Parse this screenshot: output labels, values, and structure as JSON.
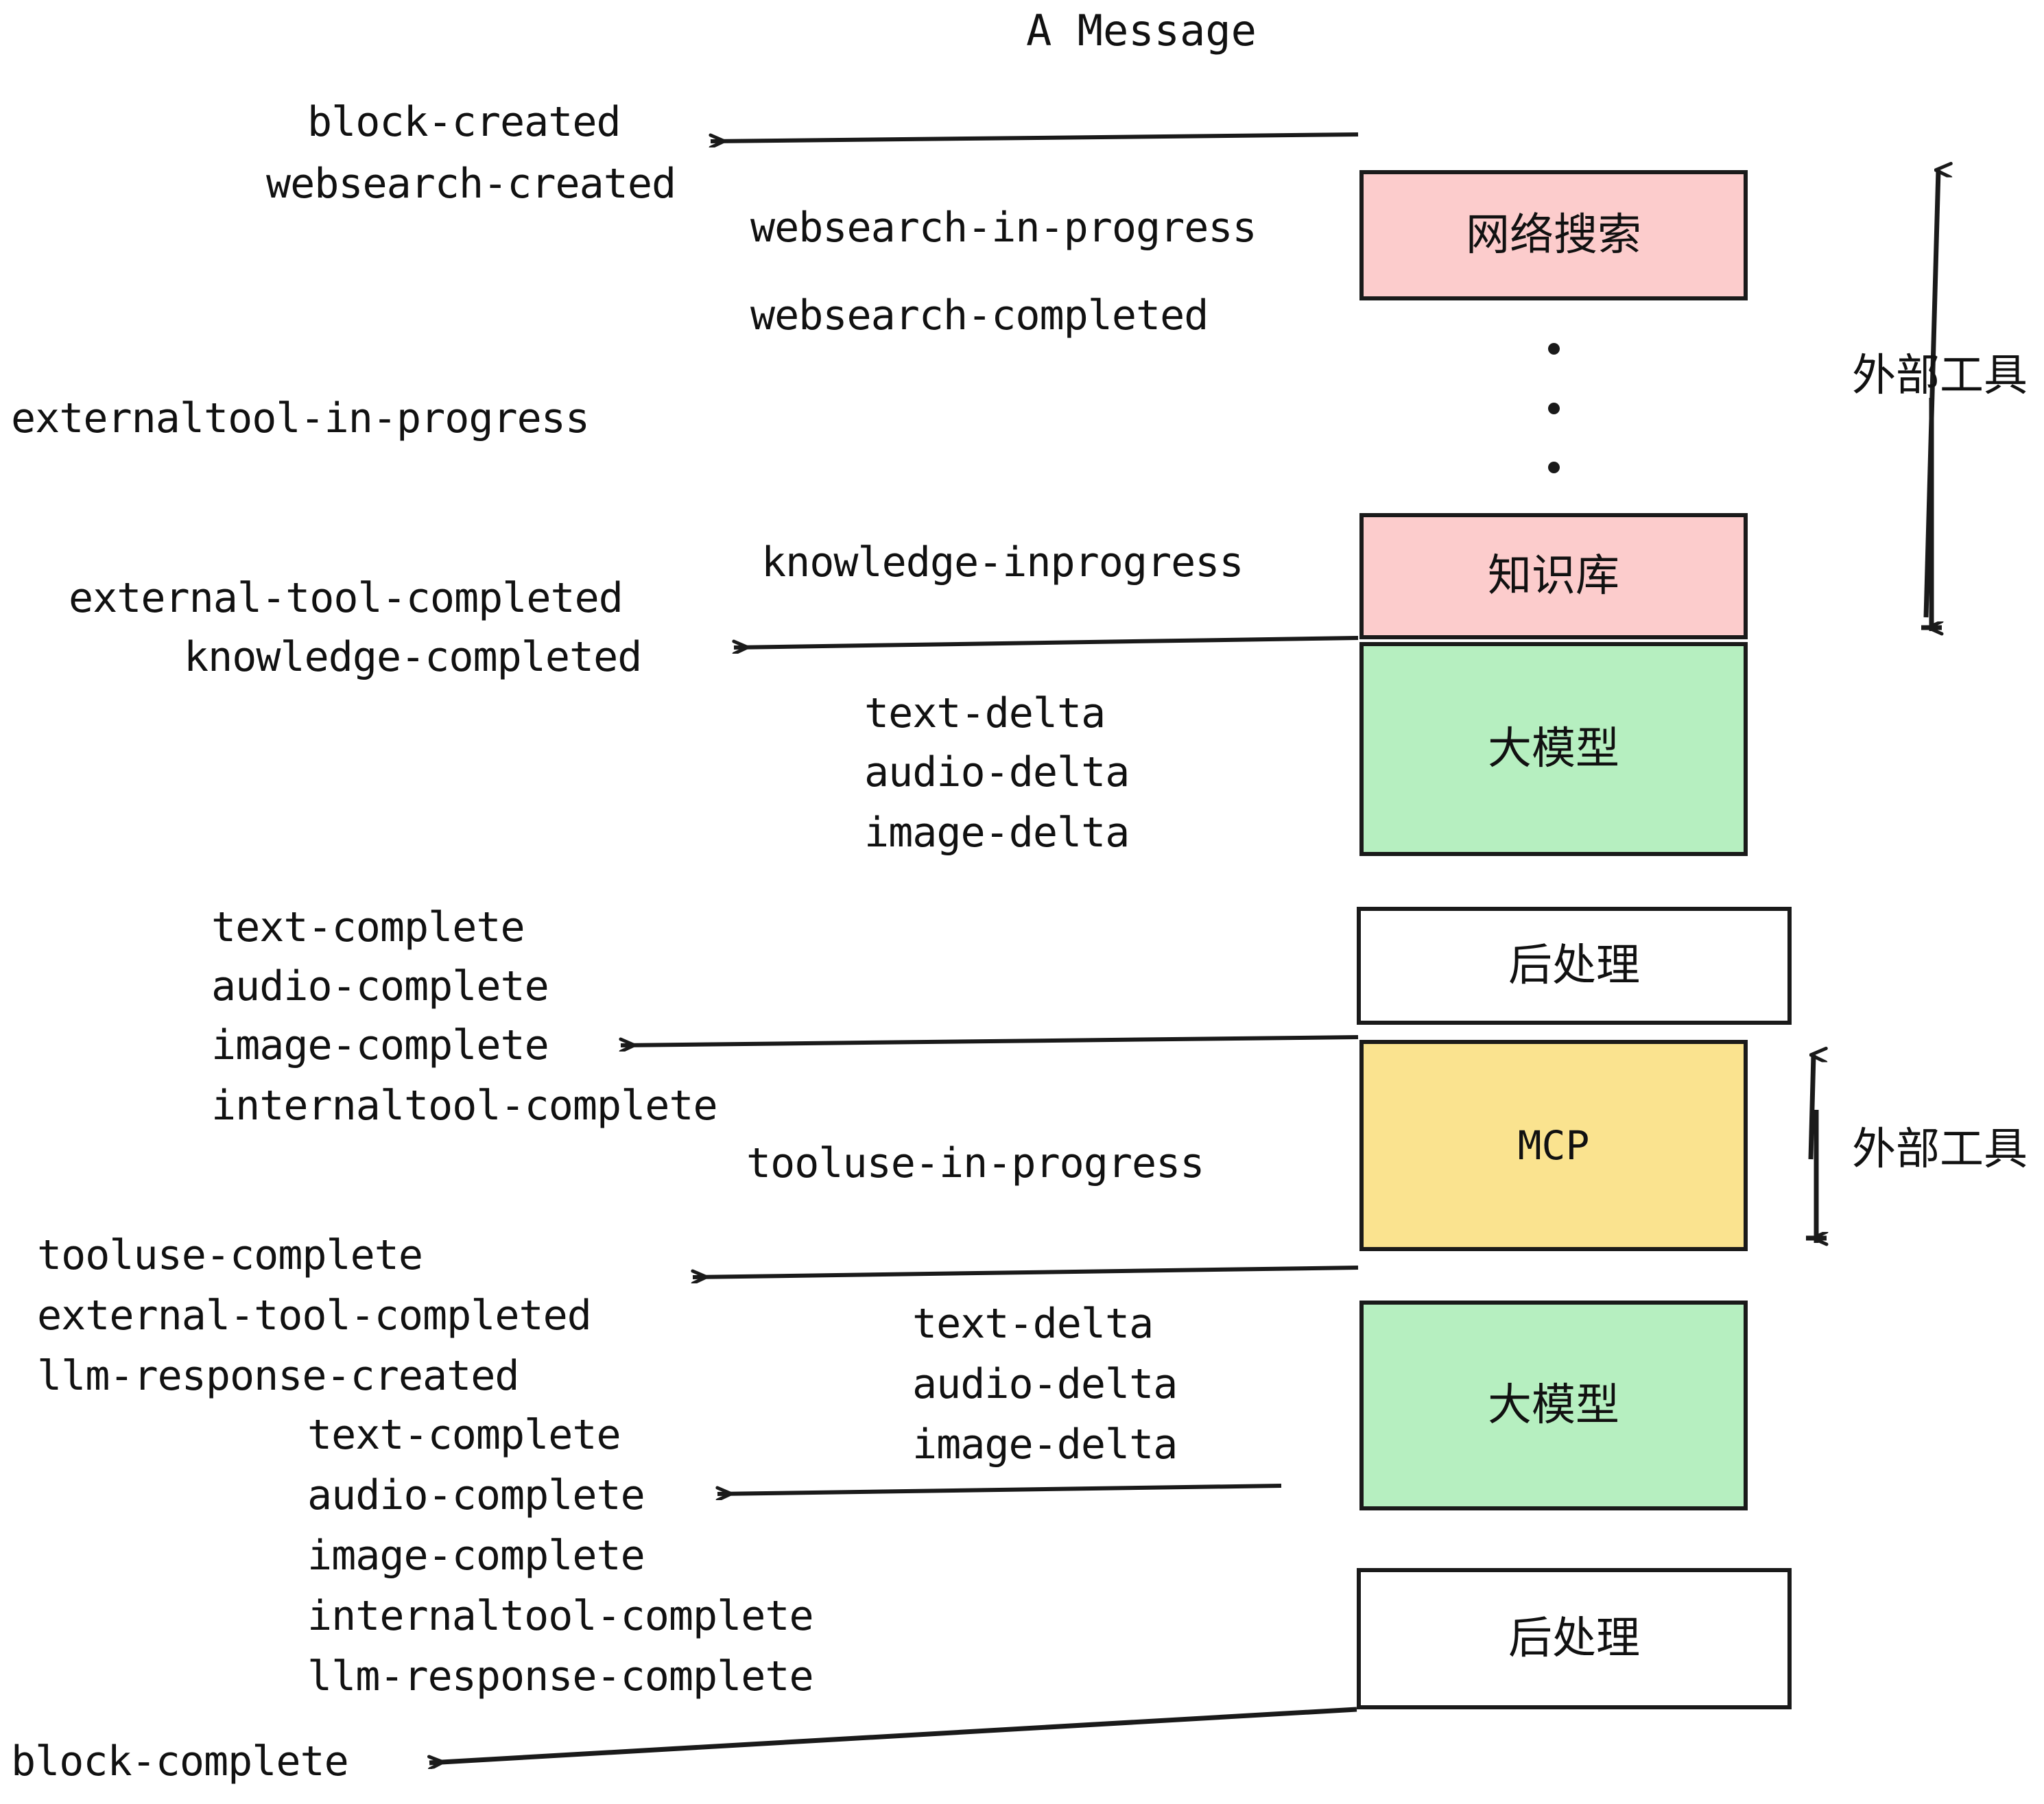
{
  "diagram": {
    "title": "A Message",
    "colors": {
      "external_tool_fill": "#fccccc",
      "llm_fill": "#b6efc0",
      "mcp_fill": "#fae38f",
      "postprocess_fill": "#ffffff",
      "stroke": "#1a1a1a",
      "text": "#111111",
      "background": "#ffffff"
    },
    "nodes": [
      {
        "id": "websearch",
        "label": "网络搜索",
        "kind": "external-tool"
      },
      {
        "id": "knowledge",
        "label": "知识库",
        "kind": "external-tool"
      },
      {
        "id": "llm-1",
        "label": "大模型",
        "kind": "llm"
      },
      {
        "id": "post-1",
        "label": "后处理",
        "kind": "postprocess"
      },
      {
        "id": "mcp",
        "label": "MCP",
        "kind": "mcp"
      },
      {
        "id": "llm-2",
        "label": "大模型",
        "kind": "llm"
      },
      {
        "id": "post-2",
        "label": "后处理",
        "kind": "postprocess"
      }
    ],
    "side_notes": [
      {
        "id": "external-tool-span-top",
        "label": "外部工具"
      },
      {
        "id": "external-tool-span-bottom",
        "label": "外部工具"
      }
    ],
    "events": {
      "block_created": "block-created",
      "websearch_created": "websearch-created",
      "websearch_in_progress": "websearch-in-progress",
      "websearch_completed": "websearch-completed",
      "externaltool_in_progress": "externaltool-in-progress",
      "knowledge_inprogress": "knowledge-inprogress",
      "external_tool_completed_1": "external-tool-completed",
      "knowledge_completed": "knowledge-completed",
      "text_delta_1": "text-delta",
      "audio_delta_1": "audio-delta",
      "image_delta_1": "image-delta",
      "text_complete_1": "text-complete",
      "audio_complete_1": "audio-complete",
      "image_complete_1": "image-complete",
      "internaltool_complete_1": "internaltool-complete",
      "tooluse_in_progress": "tooluse-in-progress",
      "tooluse_complete": "tooluse-complete",
      "external_tool_completed_2": "external-tool-completed",
      "llm_response_created": "llm-response-created",
      "text_delta_2": "text-delta",
      "audio_delta_2": "audio-delta",
      "image_delta_2": "image-delta",
      "text_complete_2": "text-complete",
      "audio_complete_2": "audio-complete",
      "image_complete_2": "image-complete",
      "internaltool_complete_2": "internaltool-complete",
      "llm_response_complete": "llm-response-complete",
      "block_complete": "block-complete"
    },
    "ellipsis": "⋮"
  }
}
